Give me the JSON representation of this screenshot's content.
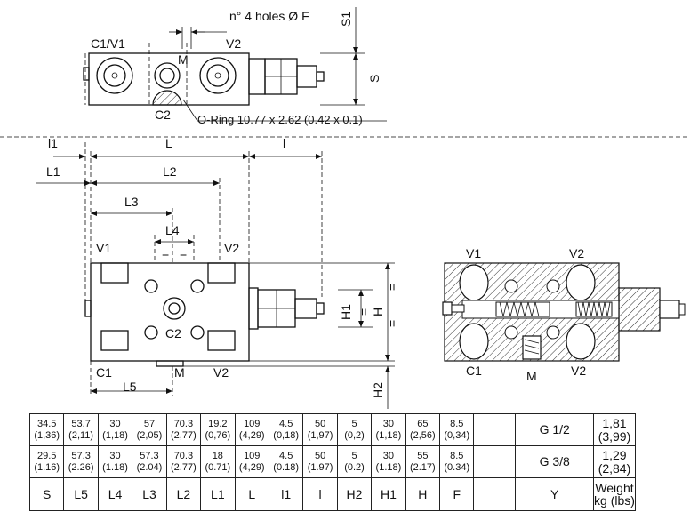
{
  "drawing": {
    "top_view": {
      "port_c1v1": "C1/V1",
      "port_v2": "V2",
      "port_m": "M",
      "port_c2": "C2",
      "holes_note": "n° 4 holes Ø F",
      "dim_s1": "S1",
      "dim_s": "S",
      "oring_note": "O-Ring 10.77 x 2.62 (0.42 x 0.1)"
    },
    "front_view": {
      "dim_l1_small": "l1",
      "dim_l": "L",
      "dim_l_small": "l",
      "dim_L1": "L1",
      "dim_L2": "L2",
      "dim_L3": "L3",
      "dim_L4": "L4",
      "eq": "=",
      "port_v1": "V1",
      "port_v2_top": "V2",
      "port_c2": "C2",
      "port_c1": "C1",
      "port_m": "M",
      "port_v2_bottom": "V2",
      "dim_L5": "L5",
      "dim_H1": "H1",
      "dim_H": "H",
      "dim_H2": "H2"
    },
    "section_view": {
      "port_v1": "V1",
      "port_v2_top": "V2",
      "port_c1": "C1",
      "port_m": "M",
      "port_v2_bottom": "V2"
    }
  },
  "table": {
    "rows": [
      {
        "values": [
          [
            "34.5",
            "(1,36)"
          ],
          [
            "53.7",
            "(2,11)"
          ],
          [
            "30",
            "(1,18)"
          ],
          [
            "57",
            "(2,05)"
          ],
          [
            "70.3",
            "(2,77)"
          ],
          [
            "19.2",
            "(0,76)"
          ],
          [
            "109",
            "(4,29)"
          ],
          [
            "4.5",
            "(0,18)"
          ],
          [
            "50",
            "(1,97)"
          ],
          [
            "5",
            "(0,2)"
          ],
          [
            "30",
            "(1,18)"
          ],
          [
            "65",
            "(2,56)"
          ],
          [
            "8.5",
            "(0,34)"
          ]
        ],
        "thread": "G 1/2",
        "weight": [
          "1,81",
          "(3,99)"
        ]
      },
      {
        "values": [
          [
            "29.5",
            "(1.16)"
          ],
          [
            "57.3",
            "(2.26)"
          ],
          [
            "30",
            "(1.18)"
          ],
          [
            "57.3",
            "(2.04)"
          ],
          [
            "70.3",
            "(2.77)"
          ],
          [
            "18",
            "(0.71)"
          ],
          [
            "109",
            "(4,29)"
          ],
          [
            "4.5",
            "(0.18)"
          ],
          [
            "50",
            "(1.97)"
          ],
          [
            "5",
            "(0.2)"
          ],
          [
            "30",
            "(1.18)"
          ],
          [
            "55",
            "(2.17)"
          ],
          [
            "8.5",
            "(0.34)"
          ]
        ],
        "thread": "G 3/8",
        "weight": [
          "1,29",
          "(2,84)"
        ]
      }
    ],
    "headers": [
      "S",
      "L5",
      "L4",
      "L3",
      "L2",
      "L1",
      "L",
      "l1",
      "l",
      "H2",
      "H1",
      "H",
      "F"
    ],
    "thread_header": "Y",
    "weight_header": [
      "Weight",
      "kg (lbs)"
    ]
  }
}
